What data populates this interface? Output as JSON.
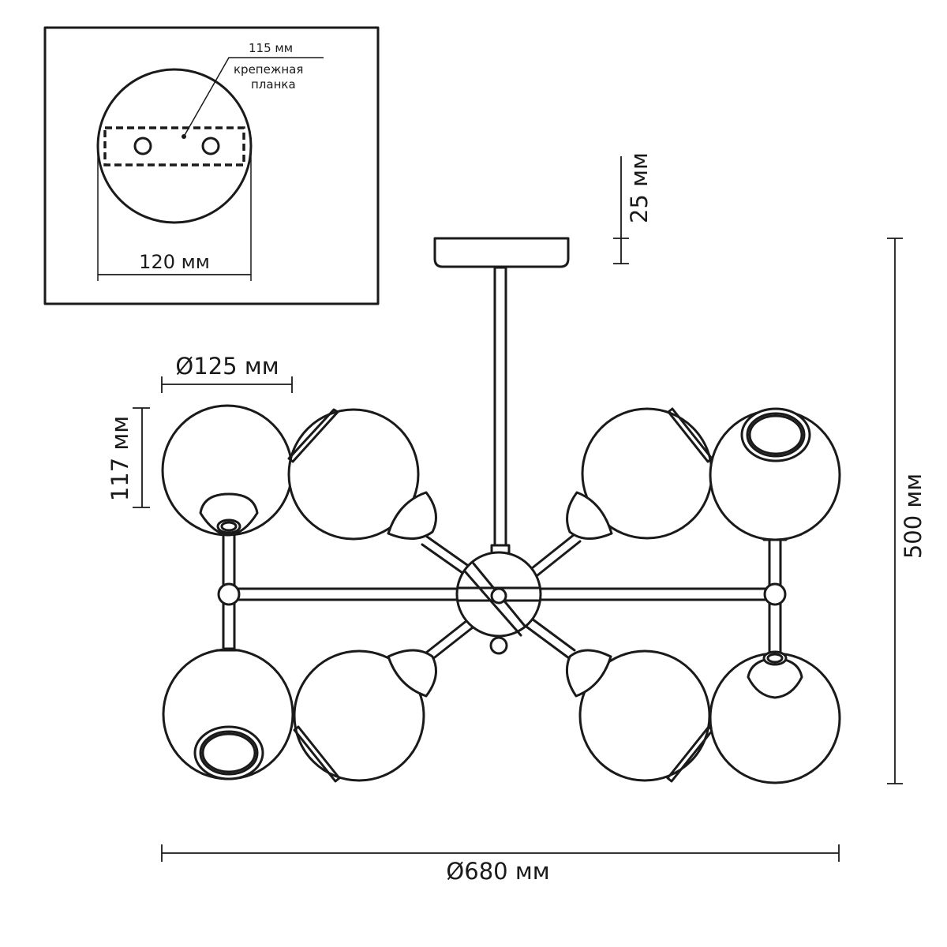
{
  "inset": {
    "plate_length_label": "115 мм",
    "plate_name_line1": "крепежная",
    "plate_name_line2": "планка",
    "canopy_diameter_label": "120 мм"
  },
  "dimensions": {
    "stem_label": "25 мм",
    "height_label": "500 мм",
    "shade_width_label": "Ø125 мм",
    "shade_height_label": "117 мм",
    "overall_diameter_label": "Ø680 мм"
  },
  "colors": {
    "line": "#1a1a1a",
    "background": "#ffffff"
  }
}
